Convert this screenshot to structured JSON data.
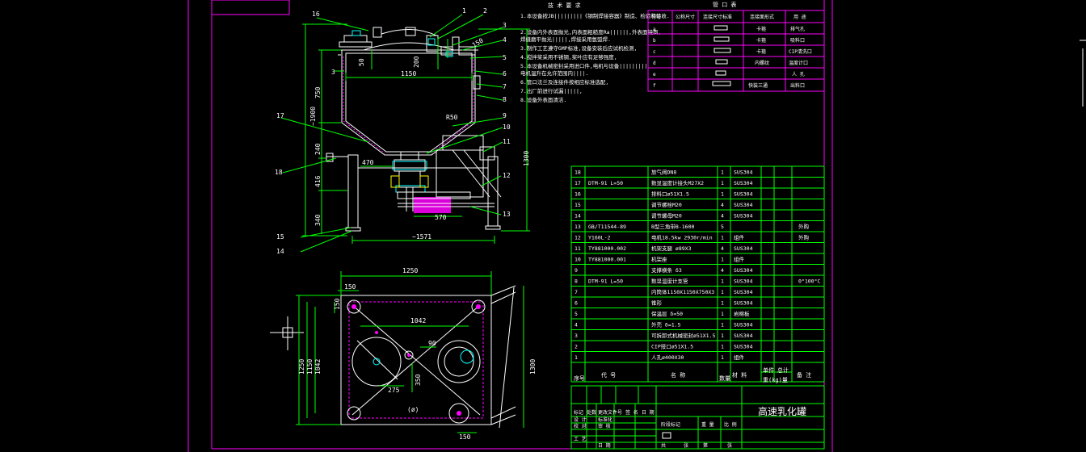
{
  "title": "高速乳化罐",
  "colors": {
    "frame": "#ff00ff",
    "geometry": "#ffffff",
    "dim": "#00ff00",
    "cyan": "#00ffff",
    "yellow": "#ffff00",
    "grid": "#00ff00",
    "bg": "#000000"
  },
  "front_dims": {
    "d1150": "1150",
    "d1900": "~1900",
    "d750": "750",
    "d240": "240",
    "d416": "416",
    "d340": "340",
    "d470": "470",
    "d570": "570",
    "d1571": "~1571",
    "d1300": "1300",
    "d50": "50",
    "d200": "200",
    "d150": "150",
    "dr50": "R50"
  },
  "front_balloons": [
    "16",
    "1",
    "2",
    "3",
    "4",
    "5",
    "6",
    "7",
    "8",
    "3",
    "17",
    "9",
    "10",
    "11",
    "12",
    "13",
    "18",
    "15",
    "14"
  ],
  "plan_dims": {
    "d1250": "1250",
    "d150a": "150",
    "d150b": "150",
    "d1042": "1042",
    "d90": "90",
    "d350": "350",
    "d275": "275",
    "d1250v": "1250",
    "d1150v": "1150",
    "d1042v": "1042",
    "d1300v": "1300",
    "d150c": "150",
    "dphi": "(ø)"
  },
  "tech_header": "技 术 要 求",
  "tech_req": [
    "1.本设备按JB|||||||||《钢制焊接容器》制造、检验和验收.",
    "2.设备内外表面抛光,内表面粗糙度Ra||||||,外表面镜面,",
    "  焊缝磨平抛光|||||,焊接采用氩弧焊.",
    "3.制作工艺遵守GMP标准,设备安装后应试机检测,",
    "4.搅拌桨采用不锈钢,桨叶应有足够强度,",
    "5.本设备机械密封采用进口件,电机与设备|||||||||",
    "  电机温升在允许范围内||||.",
    "6.管口法兰及连接件按相应标准选配,",
    "7.出厂前进行试漏|||||,",
    "8.设备外表面清洁."
  ],
  "nozzle_table": {
    "title": "管 口 表",
    "headers": [
      "符号",
      "公称尺寸",
      "连接尺寸标准",
      "连接面形式",
      "用 途"
    ],
    "rows": [
      [
        "a",
        "",
        "",
        "卡箍",
        "排气孔"
      ],
      [
        "b",
        "",
        "",
        "卡箍",
        "吸料口"
      ],
      [
        "c",
        "",
        "",
        "卡箍",
        "CIP清洗口"
      ],
      [
        "d",
        "",
        "",
        "内螺纹",
        "温度计口"
      ],
      [
        "e",
        "",
        "",
        "",
        "人 孔"
      ],
      [
        "f",
        "",
        "",
        "快装三通",
        "出料口"
      ]
    ]
  },
  "bom": {
    "rows": [
      [
        "18",
        "",
        "放气阀DN8",
        "1",
        "SUS304",
        "",
        "",
        ""
      ],
      [
        "17",
        "DTM-91 L=50",
        "数显温度计接头M27X2",
        "1",
        "SUS304",
        "",
        "",
        ""
      ],
      [
        "16",
        "",
        "排料口ø51X1.5",
        "1",
        "SUS304",
        "",
        "",
        ""
      ],
      [
        "15",
        "",
        "调节螺栓M20",
        "4",
        "SUS304",
        "",
        "",
        ""
      ],
      [
        "14",
        "",
        "调节螺母M20",
        "4",
        "SUS304",
        "",
        "",
        ""
      ],
      [
        "13",
        "GB/T11544-89",
        "B型三角带B-1600",
        "5",
        "",
        "",
        "",
        "外购"
      ],
      [
        "12",
        "Y160L-2",
        "电机18.5kw 2930r/min",
        "1",
        "组件",
        "",
        "",
        "外购"
      ],
      [
        "11",
        "TY881000.002",
        "机架支腿 ø89X3",
        "4",
        "SUS304",
        "",
        "",
        ""
      ],
      [
        "10",
        "TY881000.001",
        "机架座",
        "1",
        "组件",
        "",
        "",
        ""
      ],
      [
        "9",
        "",
        "支撑横条 δ3",
        "4",
        "SUS304",
        "",
        "",
        ""
      ],
      [
        "8",
        "DTM-91 L=50",
        "数显温度计支管",
        "1",
        "SUS304",
        "",
        "",
        "0°100°C"
      ],
      [
        "7",
        "",
        "内筒体1150X1150X750X3",
        "1",
        "SUS304",
        "",
        "",
        ""
      ],
      [
        "6",
        "",
        "锥形",
        "1",
        "SUS304",
        "",
        "",
        ""
      ],
      [
        "5",
        "",
        "保温层 δ=50",
        "1",
        "岩棉板",
        "",
        "",
        ""
      ],
      [
        "4",
        "",
        "外壳 δ=1.5",
        "1",
        "SUS304",
        "",
        "",
        ""
      ],
      [
        "3",
        "",
        "可拆卸式机械密封ø51X1.5",
        "1",
        "SUS304",
        "",
        "",
        ""
      ],
      [
        "2",
        "",
        "CIP接口ø51X1.5",
        "1",
        "SUS304",
        "",
        "",
        ""
      ],
      [
        "1",
        "",
        "人孔ø400X30",
        "1",
        "组件",
        "",
        "",
        ""
      ]
    ],
    "header": {
      "seq": "序号",
      "code": "代 号",
      "name": "名 称",
      "qty": "数量",
      "material": "材 料",
      "unit": "单件",
      "total": "总计",
      "weight": "重(kg)量",
      "remark": "备 注"
    }
  },
  "title_block": {
    "row1": [
      "标记",
      "处数",
      "更改文件号",
      "签 名",
      "日 期"
    ],
    "r_design": "设 计",
    "r_std": "标准化",
    "r_check": "审 核",
    "r_tech": "工 艺",
    "r_proc": "校 对",
    "r_date": "日 期",
    "stage": "阶段标记",
    "weight": "重 量",
    "ratio": "比 例",
    "sheet_a": "共",
    "sheet_b": "张",
    "sheet_c": "第",
    "sheet_d": "张"
  }
}
